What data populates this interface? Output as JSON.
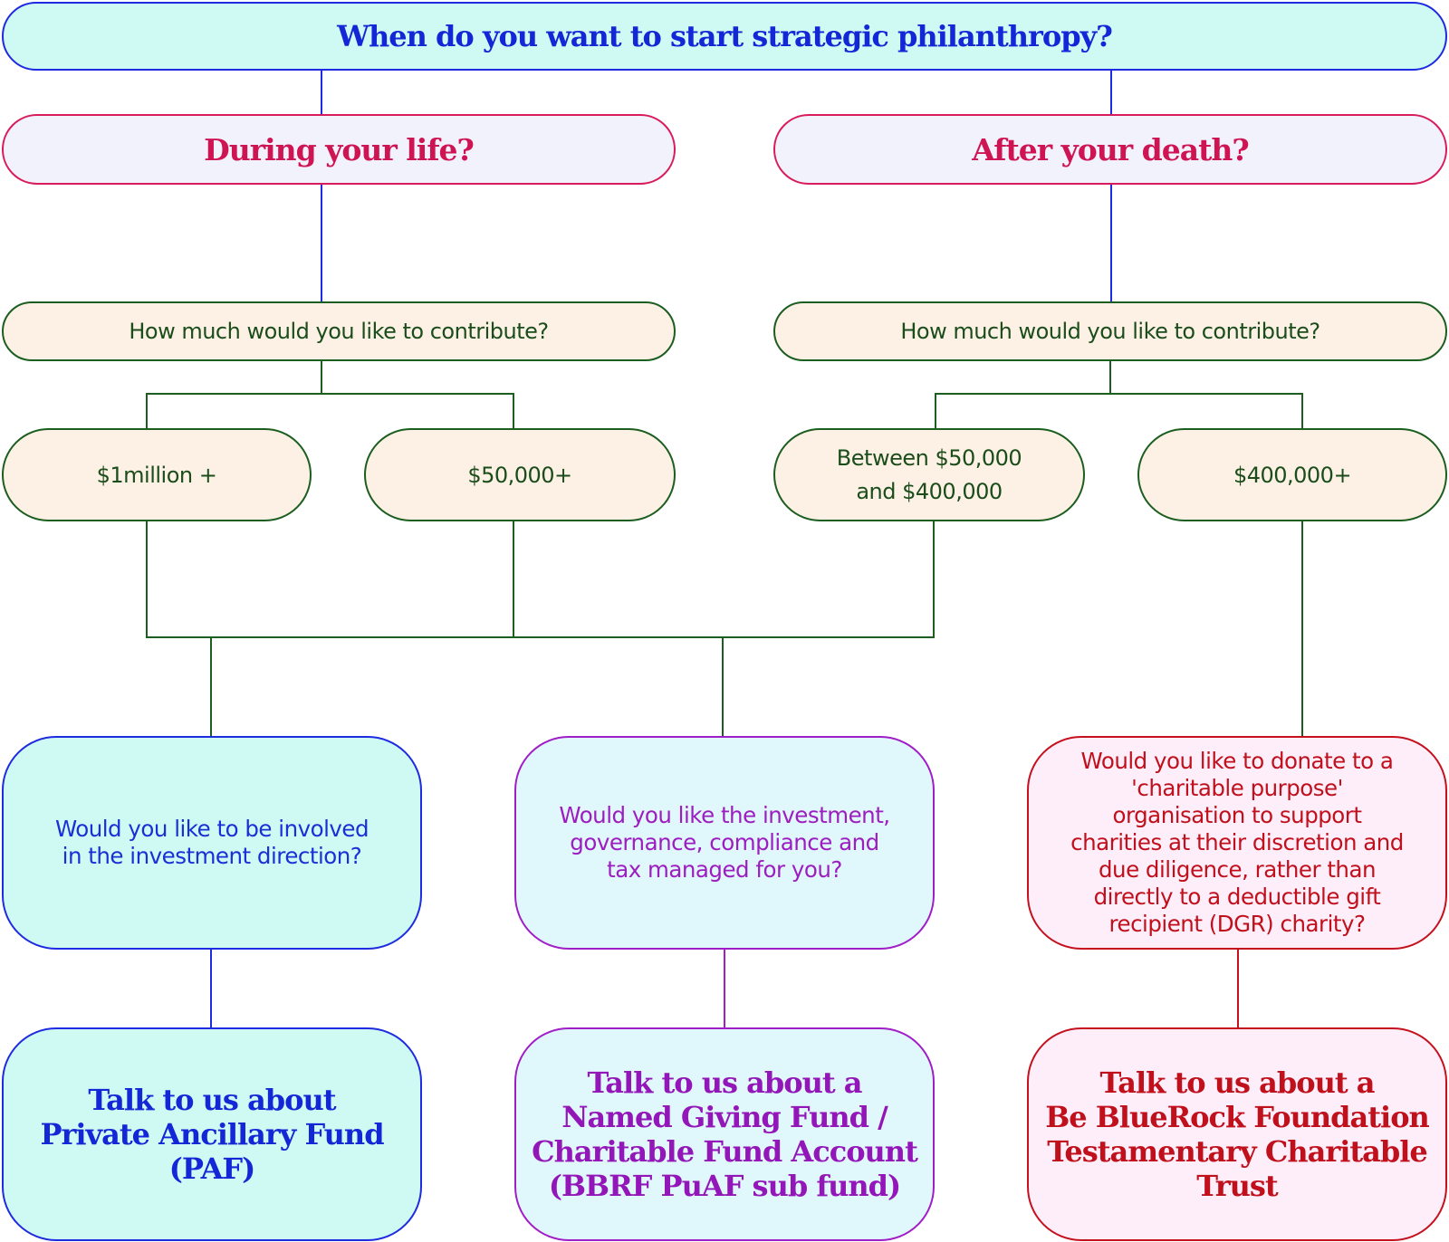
{
  "root_question": "When do you want to start strategic philanthropy?",
  "branches": {
    "life": "During your life?",
    "death": "After your death?"
  },
  "contribution": {
    "life": "How much would you like to contribute?",
    "death": "How much would you like to contribute?"
  },
  "options": {
    "one_million": "$1million +",
    "fifty_k": "$50,000+",
    "between_line1": "Between $50,000",
    "between_line2": "and $400,000",
    "four_hundred_k": "$400,000+"
  },
  "questions": {
    "invest": [
      "Would you like to be involved",
      "in the investment direction?"
    ],
    "managed": [
      "Would you like the investment,",
      "governance, compliance and",
      "tax managed for you?"
    ],
    "charitable": [
      "Would you like to donate to a",
      "'charitable purpose'",
      "organisation to support",
      "charities at their discretion and",
      "due diligence, rather than",
      "directly to a deductible gift",
      "recipient (DGR) charity?"
    ]
  },
  "outcomes": {
    "paf": [
      "Talk to us about",
      "Private Ancillary Fund",
      "(PAF)"
    ],
    "ngf": [
      "Talk to us about a",
      "Named Giving Fund /",
      "Charitable Fund Account",
      "(BBRF PuAF sub fund)"
    ],
    "trust": [
      "Talk to us about a",
      "Be BlueRock Foundation",
      "Testamentary Charitable",
      "Trust"
    ]
  },
  "colors": {
    "blue": "#1f2be0",
    "crimson": "#d81b5a",
    "green": "#1b5e20",
    "purple": "#a01ec8",
    "red": "#c5111e"
  }
}
